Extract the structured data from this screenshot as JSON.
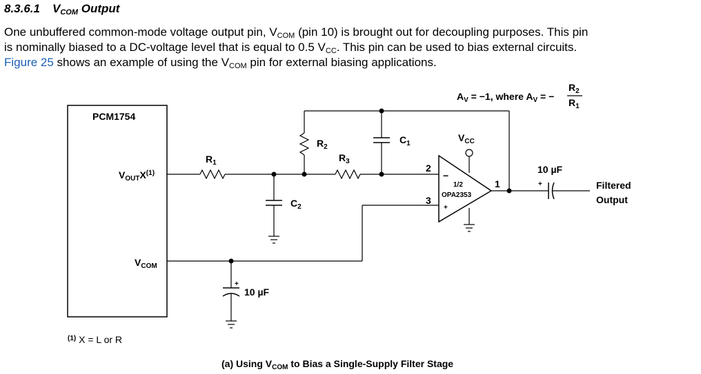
{
  "section": {
    "number": "8.3.6.1",
    "title_v": "V",
    "title_sub": "COM",
    "title_rest": "Output"
  },
  "paragraph": {
    "l1_a": "One unbuffered common-mode voltage output pin, V",
    "l1_sub": "COM",
    "l1_b": " (pin 10) is brought out for decoupling purposes. This pin",
    "l2_a": "is nominally biased to a DC-voltage level that is equal to 0.5 V",
    "l2_sub": "CC",
    "l2_b": ". This pin can be used to bias external circuits.",
    "l3_link": "Figure 25",
    "l3_a": " shows an example of using the V",
    "l3_sub": "COM",
    "l3_b": " pin for external biasing applications."
  },
  "schematic": {
    "gain": {
      "av1": "A",
      "av1_sub": "V",
      "mid": " = −1, where A",
      "av2_sub": "V",
      "eq": " = −",
      "num": "R",
      "num_sub": "2",
      "den": "R",
      "den_sub": "1"
    },
    "chip_name": "PCM1754",
    "vout_v": "V",
    "vout_sub": "OUT",
    "vout_x": "X",
    "vout_sup": "(1)",
    "vcom_v": "V",
    "vcom_sub": "COM",
    "r1": "R",
    "r1_sub": "1",
    "r2": "R",
    "r2_sub": "2",
    "r3": "R",
    "r3_sub": "3",
    "c1": "C",
    "c1_sub": "1",
    "c2": "C",
    "c2_sub": "2",
    "vcc_v": "V",
    "vcc_sub": "CC",
    "pin2": "2",
    "pin3": "3",
    "pin1": "1",
    "minus": "−",
    "plus": "+",
    "opamp_half": "1/2",
    "opamp_name": "OPA2353",
    "cap_out_val": "10 µF",
    "cap_out_plus": "+",
    "filtered_1": "Filtered",
    "filtered_2": "Output",
    "cap_vcom_val": "10 µF",
    "cap_vcom_plus": "+",
    "footnote_sup": "(1)",
    "footnote_text": " X = L or R",
    "caption_a": "(a) Using V",
    "caption_sub": "COM",
    "caption_b": " to Bias a Single-Supply Filter Stage"
  }
}
